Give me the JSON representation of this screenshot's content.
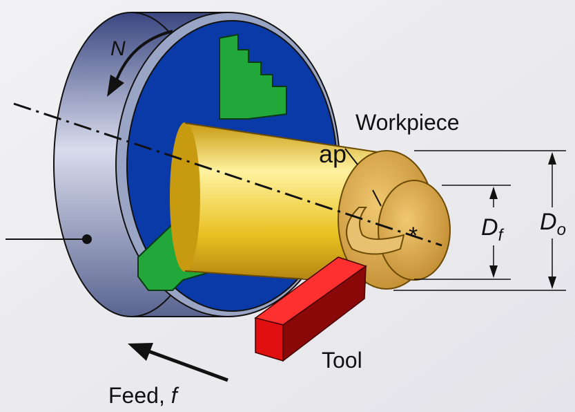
{
  "title": "Turning operation on a lathe",
  "labels": {
    "rotation": "N",
    "workpiece": "Workpiece",
    "depth_of_cut": "ap",
    "final_diameter": "D",
    "final_diameter_sub": "f",
    "original_diameter": "D",
    "original_diameter_sub": "o",
    "tool": "Tool",
    "feed": "Feed, ",
    "feed_symbol": "f",
    "center_mark": "*"
  },
  "colors": {
    "chuck_face": "#0a3aa8",
    "chuck_body": "#8e98b8",
    "jaw": "#22a83a",
    "workpiece": "#e8c020",
    "workpiece_end": "#d9a84a",
    "tool": "#e01010"
  }
}
